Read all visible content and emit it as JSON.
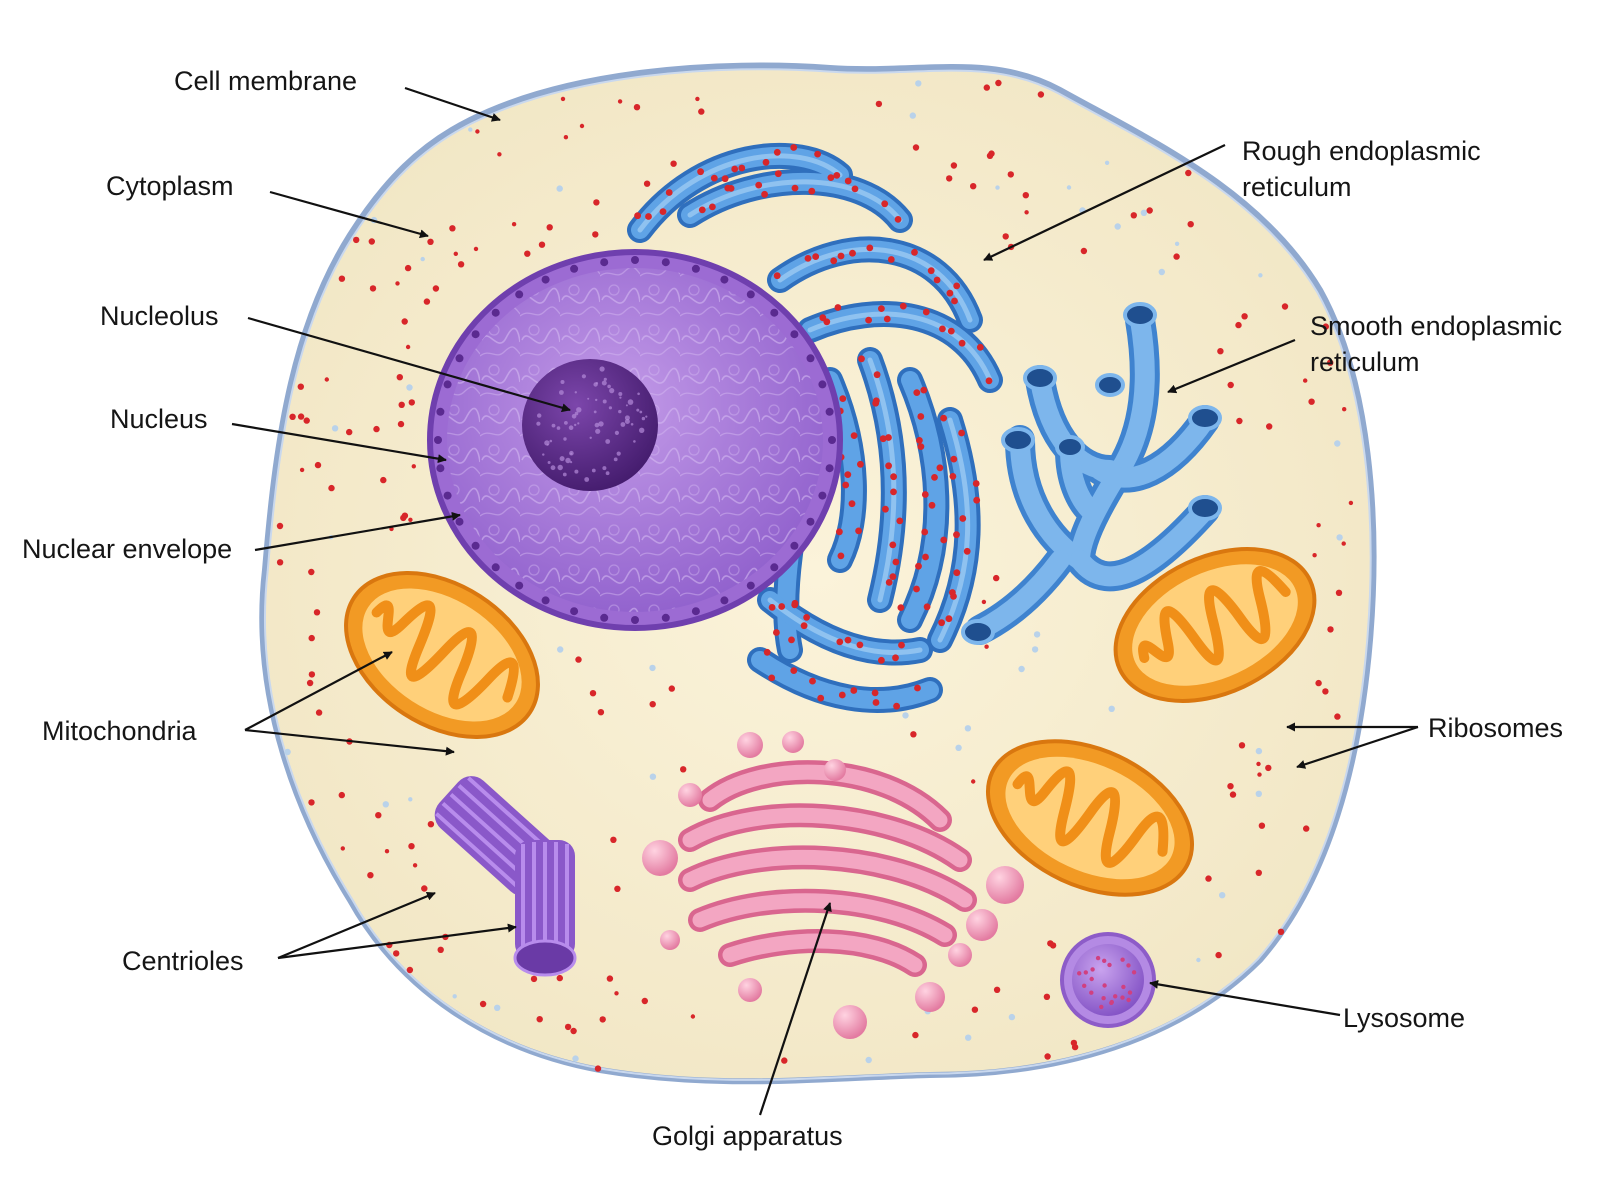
{
  "diagram": {
    "labels": {
      "cell_membrane": "Cell membrane",
      "cytoplasm": "Cytoplasm",
      "nucleolus": "Nucleolus",
      "nucleus": "Nucleus",
      "nuclear_envelope": "Nuclear envelope",
      "mitochondria": "Mitochondria",
      "centrioles": "Centrioles",
      "golgi": "Golgi apparatus",
      "lysosome": "Lysosome",
      "ribosomes": "Ribosomes",
      "rough_er_1": "Rough endoplasmic",
      "rough_er_2": "reticulum",
      "smooth_er_1": "Smooth endoplasmic",
      "smooth_er_2": "reticulum"
    },
    "colors": {
      "cytoplasm": "#f7efd2",
      "membrane": "#8fa9cf",
      "nucleus": "#a679d6",
      "nucleolus": "#5a2a86",
      "rough_er": "#4f93dc",
      "smooth_er": "#6aa7e3",
      "mitochondria_outer": "#f29a24",
      "mitochondria_inner": "#ffd07a",
      "golgi": "#ee8fb0",
      "centriole": "#9a6ad6",
      "lysosome": "#a776db",
      "ribosome": "#d8262a"
    }
  }
}
